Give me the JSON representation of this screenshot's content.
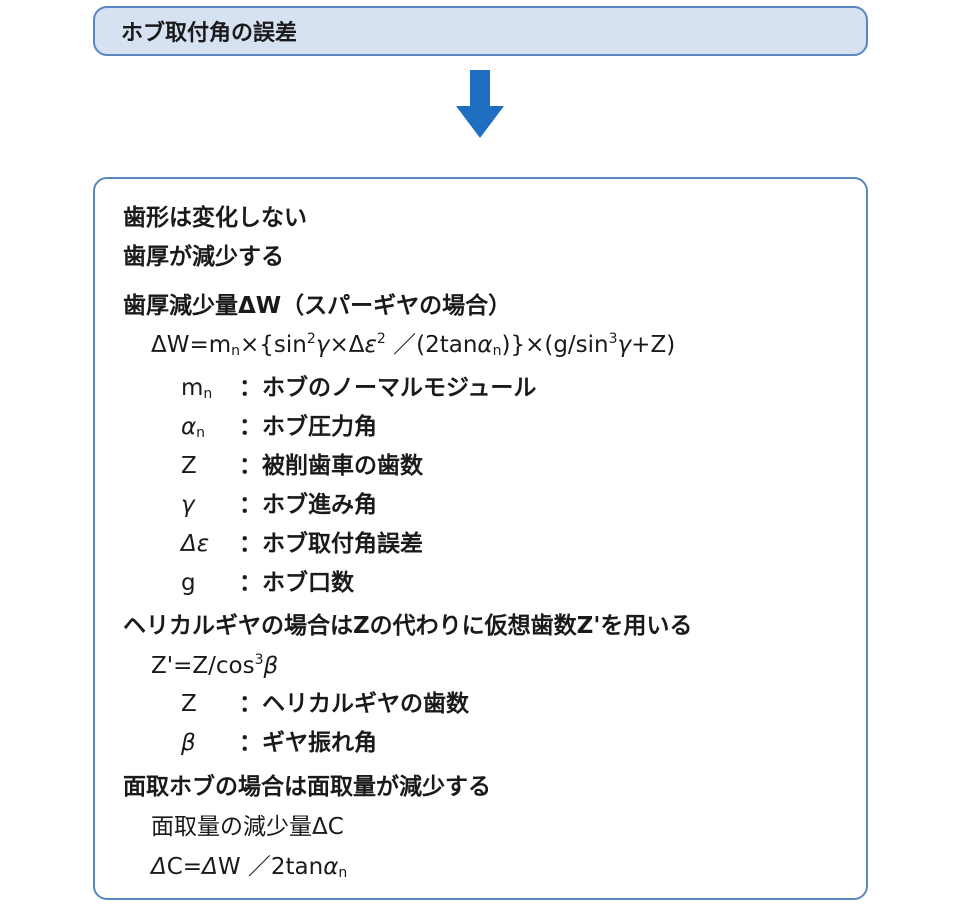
{
  "header": {
    "title": "ホブ取付角の誤差"
  },
  "content": {
    "line1": "歯形は変化しない",
    "line2": "歯厚が減少する",
    "line3": "歯厚減少量ΔW（スパーギヤの場合）",
    "formula1": "ΔW=mn×{sin²γ×Δε² ／(2tanαn)}×(g/sin³γ+Z)",
    "defs1": [
      {
        "symbol": "mn",
        "text": "：ホブのノーマルモジュール"
      },
      {
        "symbol": "αn",
        "text": "：ホブ圧力角"
      },
      {
        "symbol": "Z",
        "text": "：被削歯車の歯数"
      },
      {
        "symbol": "γ",
        "text": "：ホブ進み角"
      },
      {
        "symbol": "Δε",
        "text": "：ホブ取付角誤差"
      },
      {
        "symbol": "g",
        "text": "：ホブ口数"
      }
    ],
    "line4": "ヘリカルギヤの場合はZの代わりに仮想歯数Z'を用いる",
    "formula2": "Z'=Z/cos³β",
    "defs2": [
      {
        "symbol": "Z",
        "text": "：ヘリカルギヤの歯数"
      },
      {
        "symbol": "β",
        "text": "：ギヤ振れ角"
      }
    ],
    "line5": "面取ホブの場合は面取量が減少する",
    "line6": "面取量の減少量ΔC",
    "formula3": "ΔC=ΔW ／2tanαn"
  },
  "colors": {
    "header_bg": "#d6e2f2",
    "border": "#5b87c0",
    "arrow": "#1f6fc0"
  }
}
